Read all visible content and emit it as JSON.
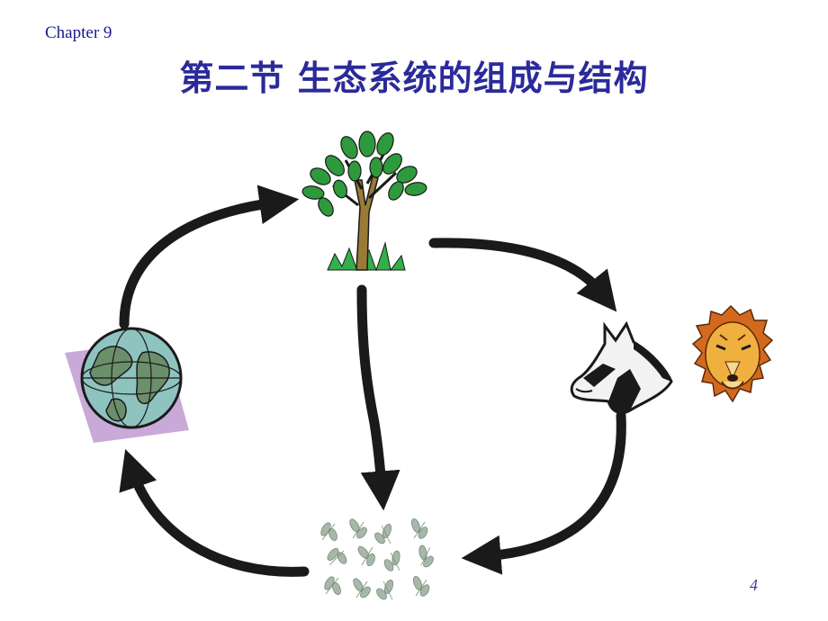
{
  "header": {
    "chapter": "Chapter 9"
  },
  "slide": {
    "title": "第二节 生态系统的组成与结构",
    "page_number": "4"
  },
  "colors": {
    "title": "#2a2a9a",
    "arrow": "#1a1a1a",
    "leaf": "#2e9a3c",
    "trunk": "#8a6a2a"
  },
  "icons": [
    "globe-icon",
    "tree-icon",
    "horse-icon",
    "lion-icon",
    "decomposer-leaves-icon"
  ]
}
